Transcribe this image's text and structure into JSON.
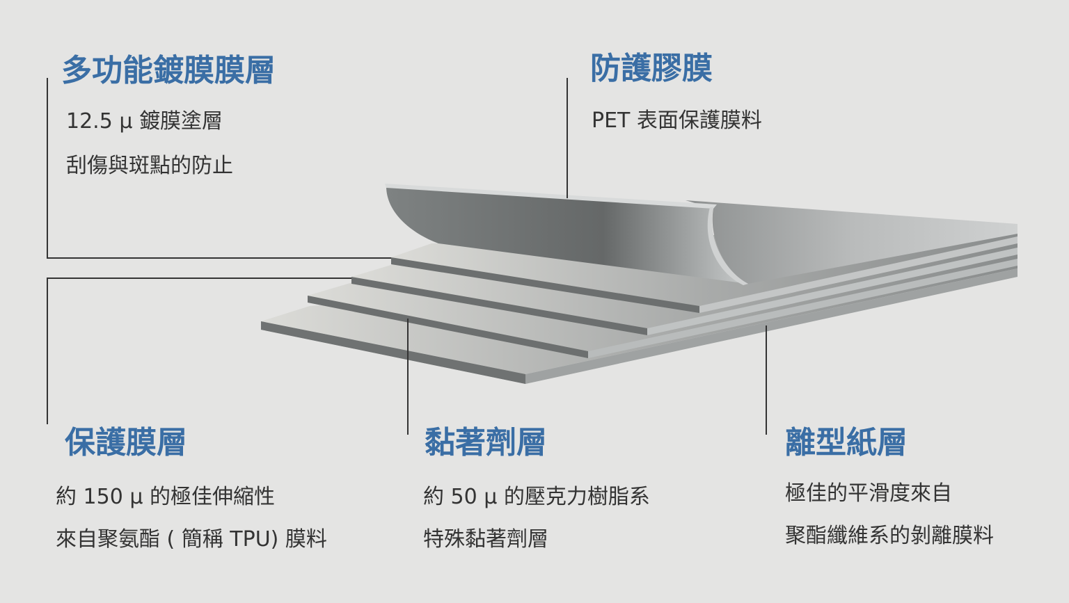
{
  "colors": {
    "background": "#e4e4e3",
    "title": "#3a6ea5",
    "text": "#333333",
    "line": "#333333"
  },
  "callouts": {
    "coating": {
      "title": "多功能鍍膜膜層",
      "lines": [
        "12.5 μ 鍍膜塗層",
        "刮傷與斑點的防止"
      ]
    },
    "protective_film": {
      "title": "防護膠膜",
      "lines": [
        "PET 表面保護膜料"
      ]
    },
    "protection_layer": {
      "title": "保護膜層",
      "lines": [
        "約 150 μ 的極佳伸縮性",
        "來自聚氨酯 ( 簡稱 TPU) 膜料"
      ]
    },
    "adhesive_layer": {
      "title": "黏著劑層",
      "lines": [
        "約 50 μ 的壓克力樹脂系",
        "特殊黏著劑層"
      ]
    },
    "release_paper": {
      "title": "離型紙層",
      "lines": [
        "極佳的平滑度來自",
        "聚酯纖維系的剝離膜料"
      ]
    }
  }
}
